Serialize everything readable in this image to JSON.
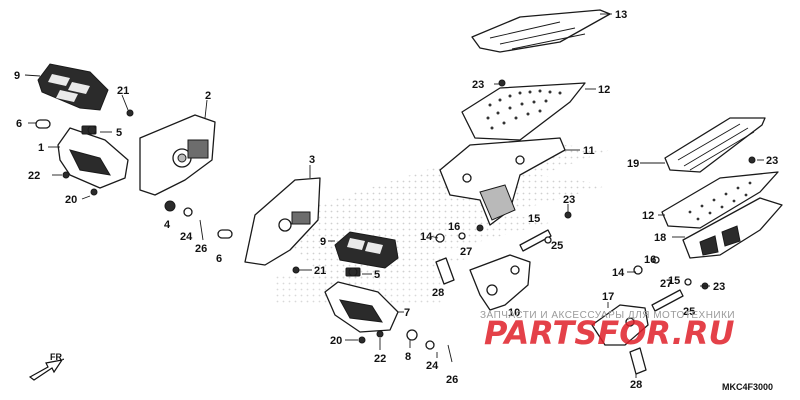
{
  "diagram_code": "MKC4F3000",
  "direction_marker": "FR.",
  "watermark": {
    "brand": "PARTSFOR.RU",
    "tagline": "ЗАПЧАСТИ И АКСЕССУАРЫ ДЛЯ МОТОТЕХНИКИ",
    "brand_color": "#e0202a"
  },
  "callouts": {
    "c13": "13",
    "c9a": "9",
    "c21a": "21",
    "c2": "2",
    "c23a": "23",
    "c12a": "12",
    "c6a": "6",
    "c5a": "5",
    "c1": "1",
    "c11": "11",
    "c19": "19",
    "c23b": "23",
    "c22a": "22",
    "c3": "3",
    "c20a": "20",
    "c23c": "23",
    "c4": "4",
    "c24a": "24",
    "c26a": "26",
    "c16a": "16",
    "c15a": "15",
    "c12b": "12",
    "c14a": "14",
    "c27a": "27",
    "c25a": "25",
    "c18": "18",
    "c9b": "9",
    "c6b": "6",
    "c21b": "21",
    "c16b": "16",
    "c14b": "14",
    "c27b": "27",
    "c5b": "5",
    "c15b": "15",
    "c23d": "23",
    "c28a": "28",
    "c25b": "25",
    "c10": "10",
    "c17": "17",
    "c7": "7",
    "c20b": "20",
    "c22b": "22",
    "c8": "8",
    "c24b": "24",
    "c26b": "26",
    "c28b": "28"
  }
}
